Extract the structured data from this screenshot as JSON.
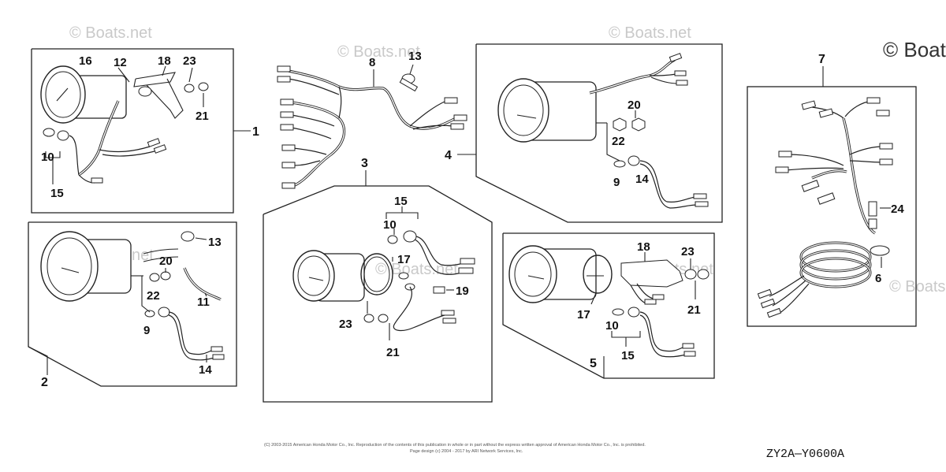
{
  "watermarks": {
    "small": "© Boats.net",
    "large": "© Boats."
  },
  "callouts": {
    "g1_16": "16",
    "g1_12": "12",
    "g1_18": "18",
    "g1_23": "23",
    "g1_21": "21",
    "g1_10": "10",
    "g1_15": "15",
    "g1_1": "1",
    "harness_8": "8",
    "harness_13": "13",
    "g4_20": "20",
    "g4_22": "22",
    "g4_9": "9",
    "g4_14": "14",
    "g4_4": "4",
    "g7_7": "7",
    "g7_24": "24",
    "g7_6": "6",
    "g2_13": "13",
    "g2_20": "20",
    "g2_22": "22",
    "g2_11": "11",
    "g2_9": "9",
    "g2_14": "14",
    "g2_2": "2",
    "g3_3": "3",
    "g3_15": "15",
    "g3_10": "10",
    "g3_17": "17",
    "g3_19": "19",
    "g3_23": "23",
    "g3_21": "21",
    "g5_18": "18",
    "g5_23": "23",
    "g5_21": "21",
    "g5_17": "17",
    "g5_10": "10",
    "g5_15": "15",
    "g5_5": "5"
  },
  "copyright_line1": "(C) 2003-2015 American Honda Motor Co., Inc. Reproduction of the contents of this publication in whole or in part without the express written approval of American Honda Motor Co., Inc. is prohibited.",
  "copyright_line2": "Page design (c) 2004 - 2017 by ARI Network Services, Inc.",
  "diagram_code": "ZY2A—Y0600A"
}
